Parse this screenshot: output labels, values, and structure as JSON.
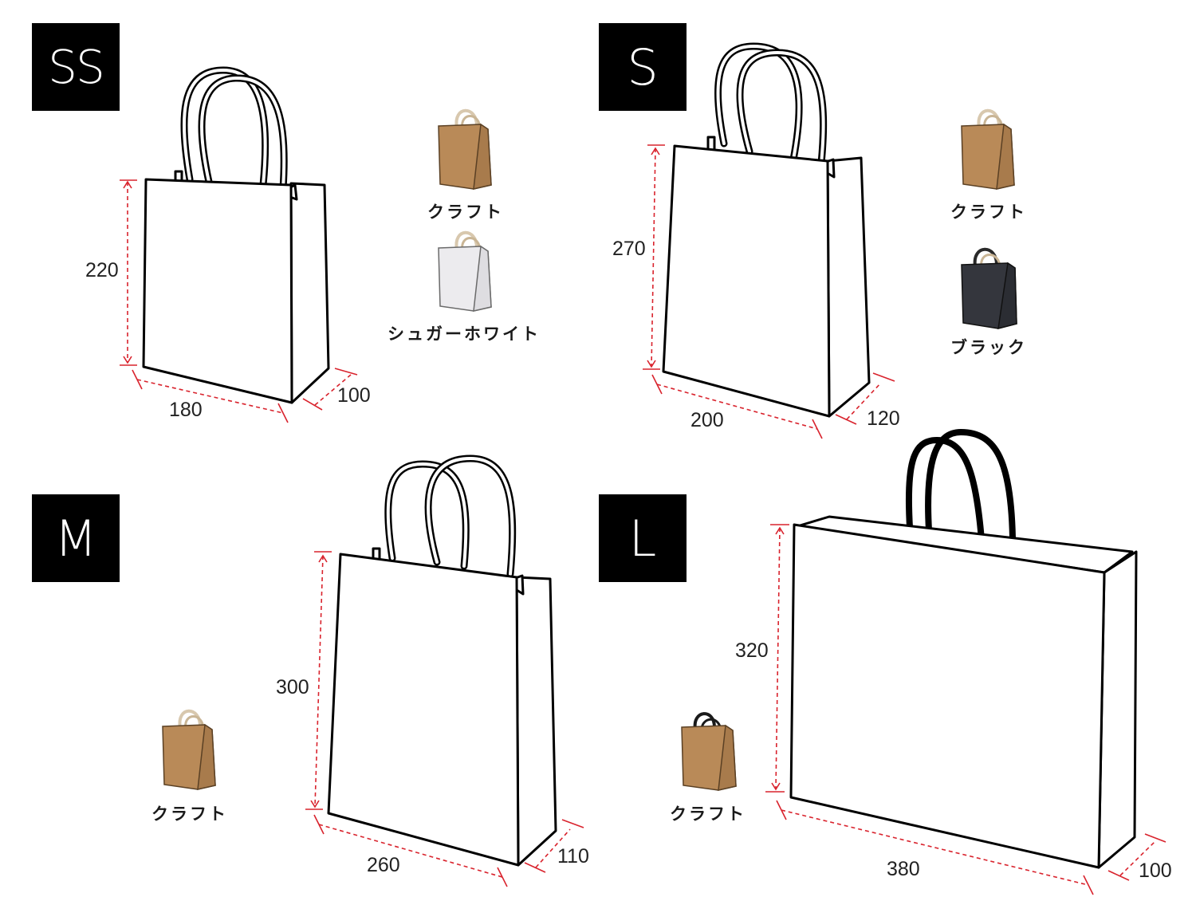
{
  "sizes": [
    {
      "id": "ss",
      "label": "SS",
      "dimensions": {
        "height": "220",
        "width": "180",
        "depth": "100"
      },
      "variants": [
        {
          "name": "クラフト",
          "color": "#b98a58",
          "handle": "#d8c8ae"
        },
        {
          "name": "シュガーホワイト",
          "color": "#ecebee",
          "handle": "#d8c8ae"
        }
      ]
    },
    {
      "id": "s",
      "label": "S",
      "dimensions": {
        "height": "270",
        "width": "200",
        "depth": "120"
      },
      "variants": [
        {
          "name": "クラフト",
          "color": "#b98a58",
          "handle": "#d8c8ae"
        },
        {
          "name": "ブラック",
          "color": "#34363d",
          "handle": "#2a2a2a"
        }
      ]
    },
    {
      "id": "m",
      "label": "M",
      "dimensions": {
        "height": "300",
        "width": "260",
        "depth": "110"
      },
      "variants": [
        {
          "name": "クラフト",
          "color": "#b98a58",
          "handle": "#d8c8ae"
        }
      ]
    },
    {
      "id": "l",
      "label": "L",
      "dimensions": {
        "height": "320",
        "width": "380",
        "depth": "100"
      },
      "variants": [
        {
          "name": "クラフト",
          "color": "#b98a58",
          "handle": "#1a1a1a"
        }
      ]
    }
  ]
}
